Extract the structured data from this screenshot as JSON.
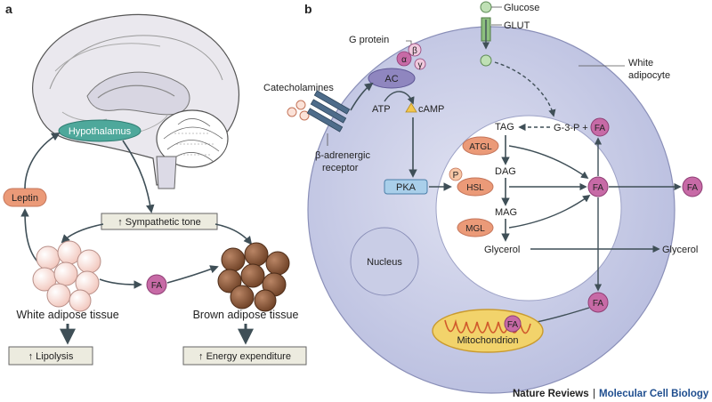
{
  "panel_a": {
    "letter": "a",
    "hypothalamus": "Hypothalamus",
    "leptin": "Leptin",
    "sympathetic_tone": "↑ Sympathetic tone",
    "white_adipose": "White adipose tissue",
    "brown_adipose": "Brown adipose tissue",
    "fa": "FA",
    "lipolysis": "↑ Lipolysis",
    "energy_expenditure": "↑ Energy expenditure"
  },
  "panel_b": {
    "letter": "b",
    "glucose": "Glucose",
    "glut": "GLUT",
    "g_protein": "G protein",
    "alpha": "α",
    "beta": "β",
    "gamma": "γ",
    "ac": "AC",
    "catecholamines": "Catecholamines",
    "atp": "ATP",
    "camp": "cAMP",
    "receptor_line1": "β-adrenergic",
    "receptor_line2": "receptor",
    "white_adipocyte_line1": "White",
    "white_adipocyte_line2": "adipocyte",
    "tag": "TAG",
    "g3p": "G-3-P +",
    "fa": "FA",
    "atgl": "ATGL",
    "dag": "DAG",
    "pka": "PKA",
    "p": "P",
    "hsl": "HSL",
    "mag": "MAG",
    "mgl": "MGL",
    "glycerol": "Glycerol",
    "glycerol_out": "Glycerol",
    "nucleus": "Nucleus",
    "mitochondrion": "Mitochondrion"
  },
  "footer": {
    "journal": "Nature Reviews",
    "separator": "|",
    "subject": "Molecular Cell Biology"
  },
  "colors": {
    "cell_fill": "#ccd0e8",
    "cell_inner": "#ffffff",
    "fa_fill": "#c76aa6",
    "enzyme_fill": "#eb9a78",
    "teal": "#4ea89b",
    "box_fill": "#ecebdf",
    "journal_blue": "#1f4e8f"
  }
}
